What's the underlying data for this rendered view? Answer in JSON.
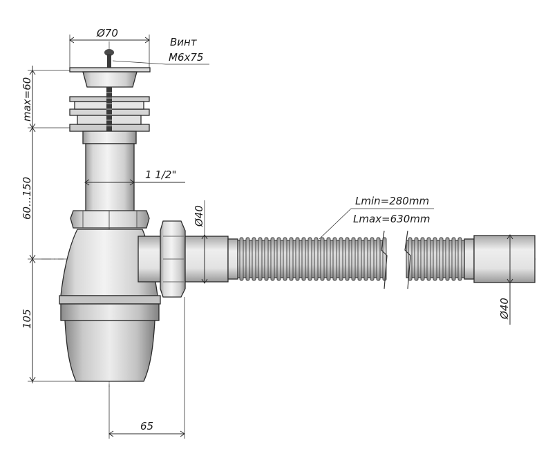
{
  "labels": {
    "dia70": "Ø70",
    "screw_word": "Винт",
    "screw_size": "М6x75",
    "max60": "max=60",
    "range": "60...150",
    "thread": "1 1/2\"",
    "dia40_left": "Ø40",
    "dia40_right": "Ø40",
    "lmin": "Lmin=280mm",
    "lmax": "Lmax=630mm",
    "h105": "105",
    "w65": "65"
  },
  "colors": {
    "line": "#2a2a2a",
    "body_light": "#e9e9e9",
    "body_mid": "#bdbdbd",
    "body_dark": "#8a8a8a",
    "screw": "#3a3a3a"
  }
}
